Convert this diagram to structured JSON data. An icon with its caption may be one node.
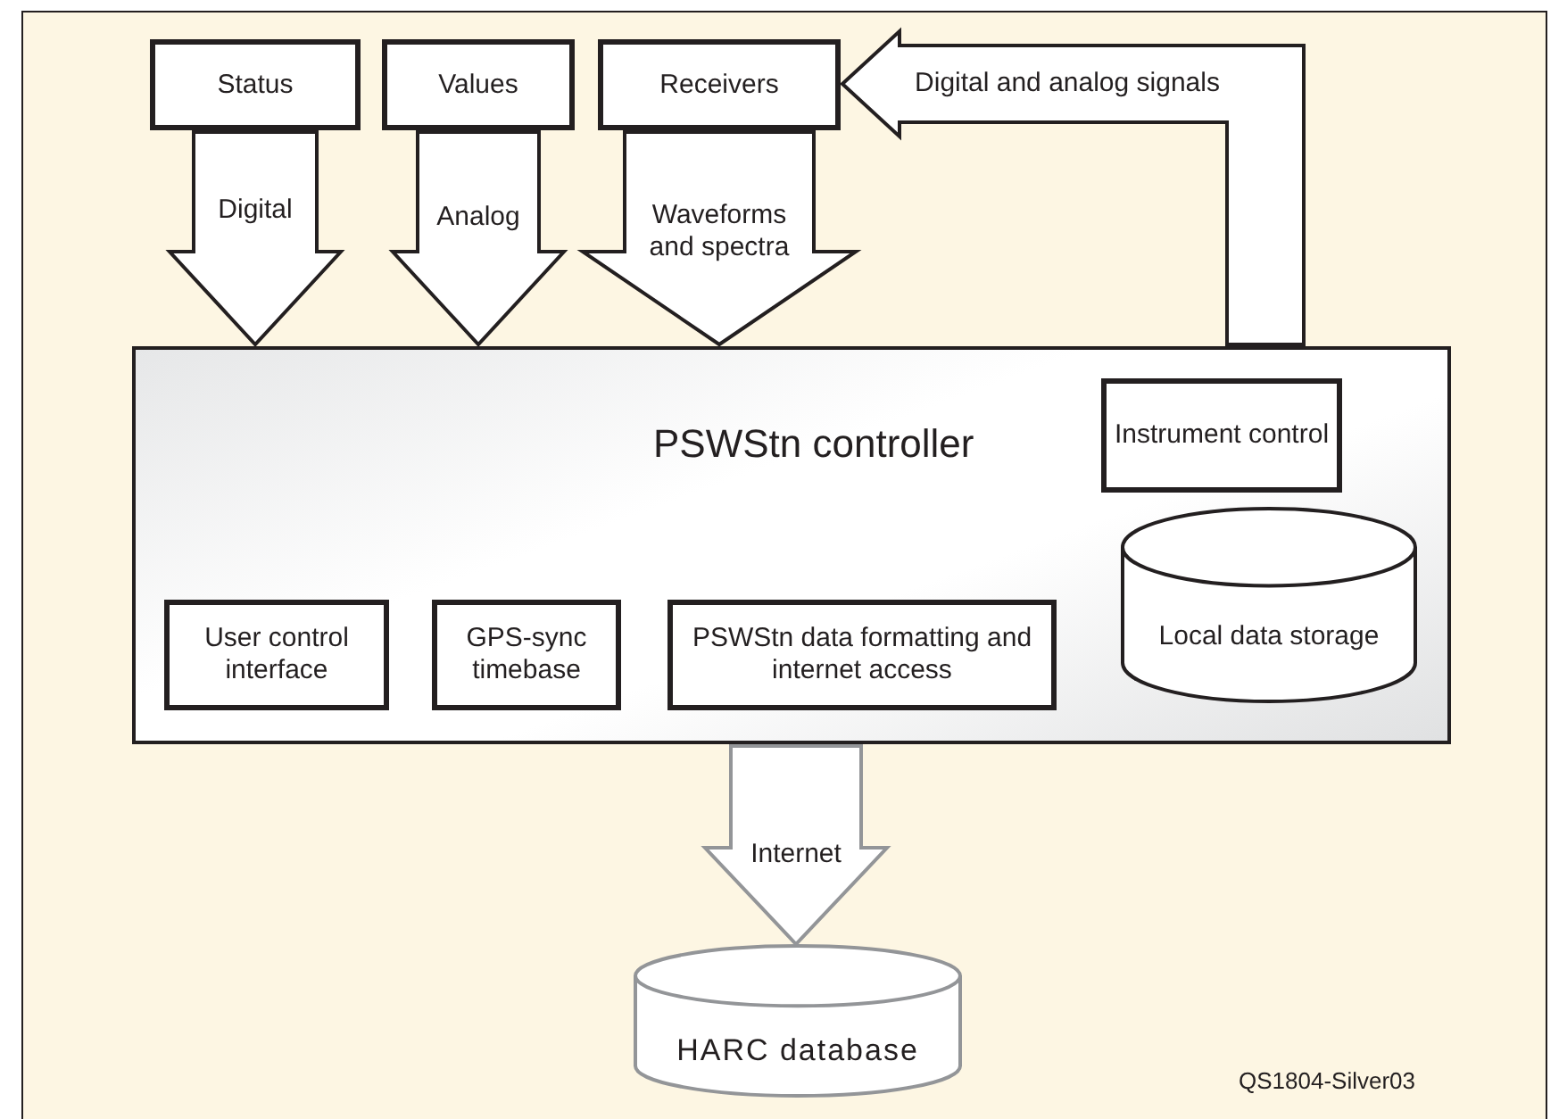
{
  "diagram": {
    "nodes": [
      {
        "text": [
          "Status"
        ]
      },
      {
        "text": [
          "Values"
        ]
      },
      {
        "text": [
          "Receivers"
        ]
      },
      {
        "text": [
          "PSWStn controller"
        ]
      },
      {
        "text": [
          "Instrument control"
        ],
        "in": 3
      },
      {
        "text": [
          "User control interface"
        ],
        "in": 3
      },
      {
        "text": [
          "GPS-sync timebase"
        ],
        "in": 3
      },
      {
        "text": [
          "PSWStn data formatting and internet access"
        ],
        "in": 3
      },
      {
        "text": [
          "Local data storage"
        ],
        "in": 3
      },
      {
        "text": [
          "HARC database"
        ]
      }
    ],
    "edges": [
      {
        "from": 0,
        "to": 3,
        "arrow": "to",
        "label": "Digital"
      },
      {
        "from": 1,
        "to": 3,
        "arrow": "to",
        "label": "Analog"
      },
      {
        "from": 2,
        "to": 3,
        "arrow": "to",
        "label": "Waveforms and spectra"
      },
      {
        "from": 3,
        "to": 2,
        "arrow": "to",
        "label": "Digital and analog signals"
      },
      {
        "from": 3,
        "to": 9,
        "arrow": "to",
        "label": "Internet",
        "color": "#939598"
      }
    ],
    "labels": [
      "QS1804-Silver03"
    ]
  }
}
